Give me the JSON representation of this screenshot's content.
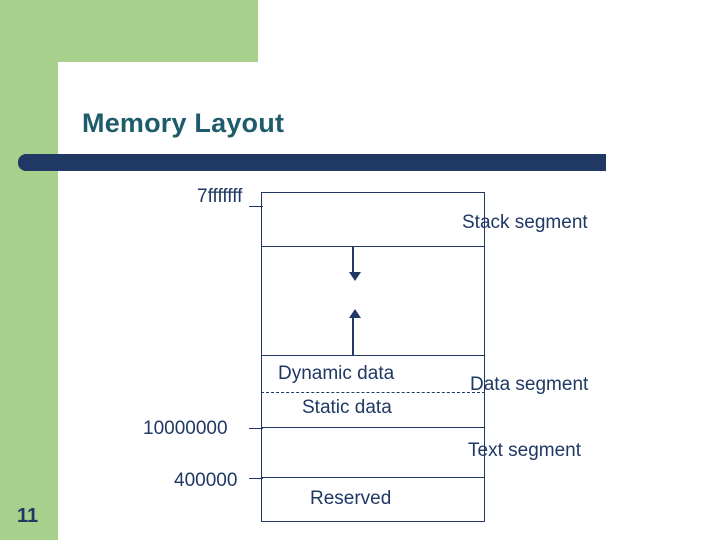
{
  "slide": {
    "title": "Memory Layout",
    "page_number": "11",
    "colors": {
      "accent_green": "#a8d08d",
      "title_text": "#1f5c6b",
      "bar_navy": "#1f3864",
      "diagram_line": "#1f3864"
    }
  },
  "diagram": {
    "address_labels": [
      {
        "id": "top",
        "text": "7fffffff"
      },
      {
        "id": "middle",
        "text": "10000000"
      },
      {
        "id": "bottom",
        "text": "400000"
      }
    ],
    "region_labels": [
      {
        "id": "dynamic-data",
        "text": "Dynamic data"
      },
      {
        "id": "static-data",
        "text": "Static data"
      },
      {
        "id": "reserved",
        "text": "Reserved"
      }
    ],
    "segment_labels": [
      {
        "id": "stack-segment",
        "text": "Stack segment"
      },
      {
        "id": "data-segment",
        "text": "Data segment"
      },
      {
        "id": "text-segment",
        "text": "Text segment"
      }
    ],
    "arrows": [
      {
        "id": "stack-grows-down",
        "direction": "down"
      },
      {
        "id": "heap-grows-up",
        "direction": "up"
      }
    ]
  }
}
